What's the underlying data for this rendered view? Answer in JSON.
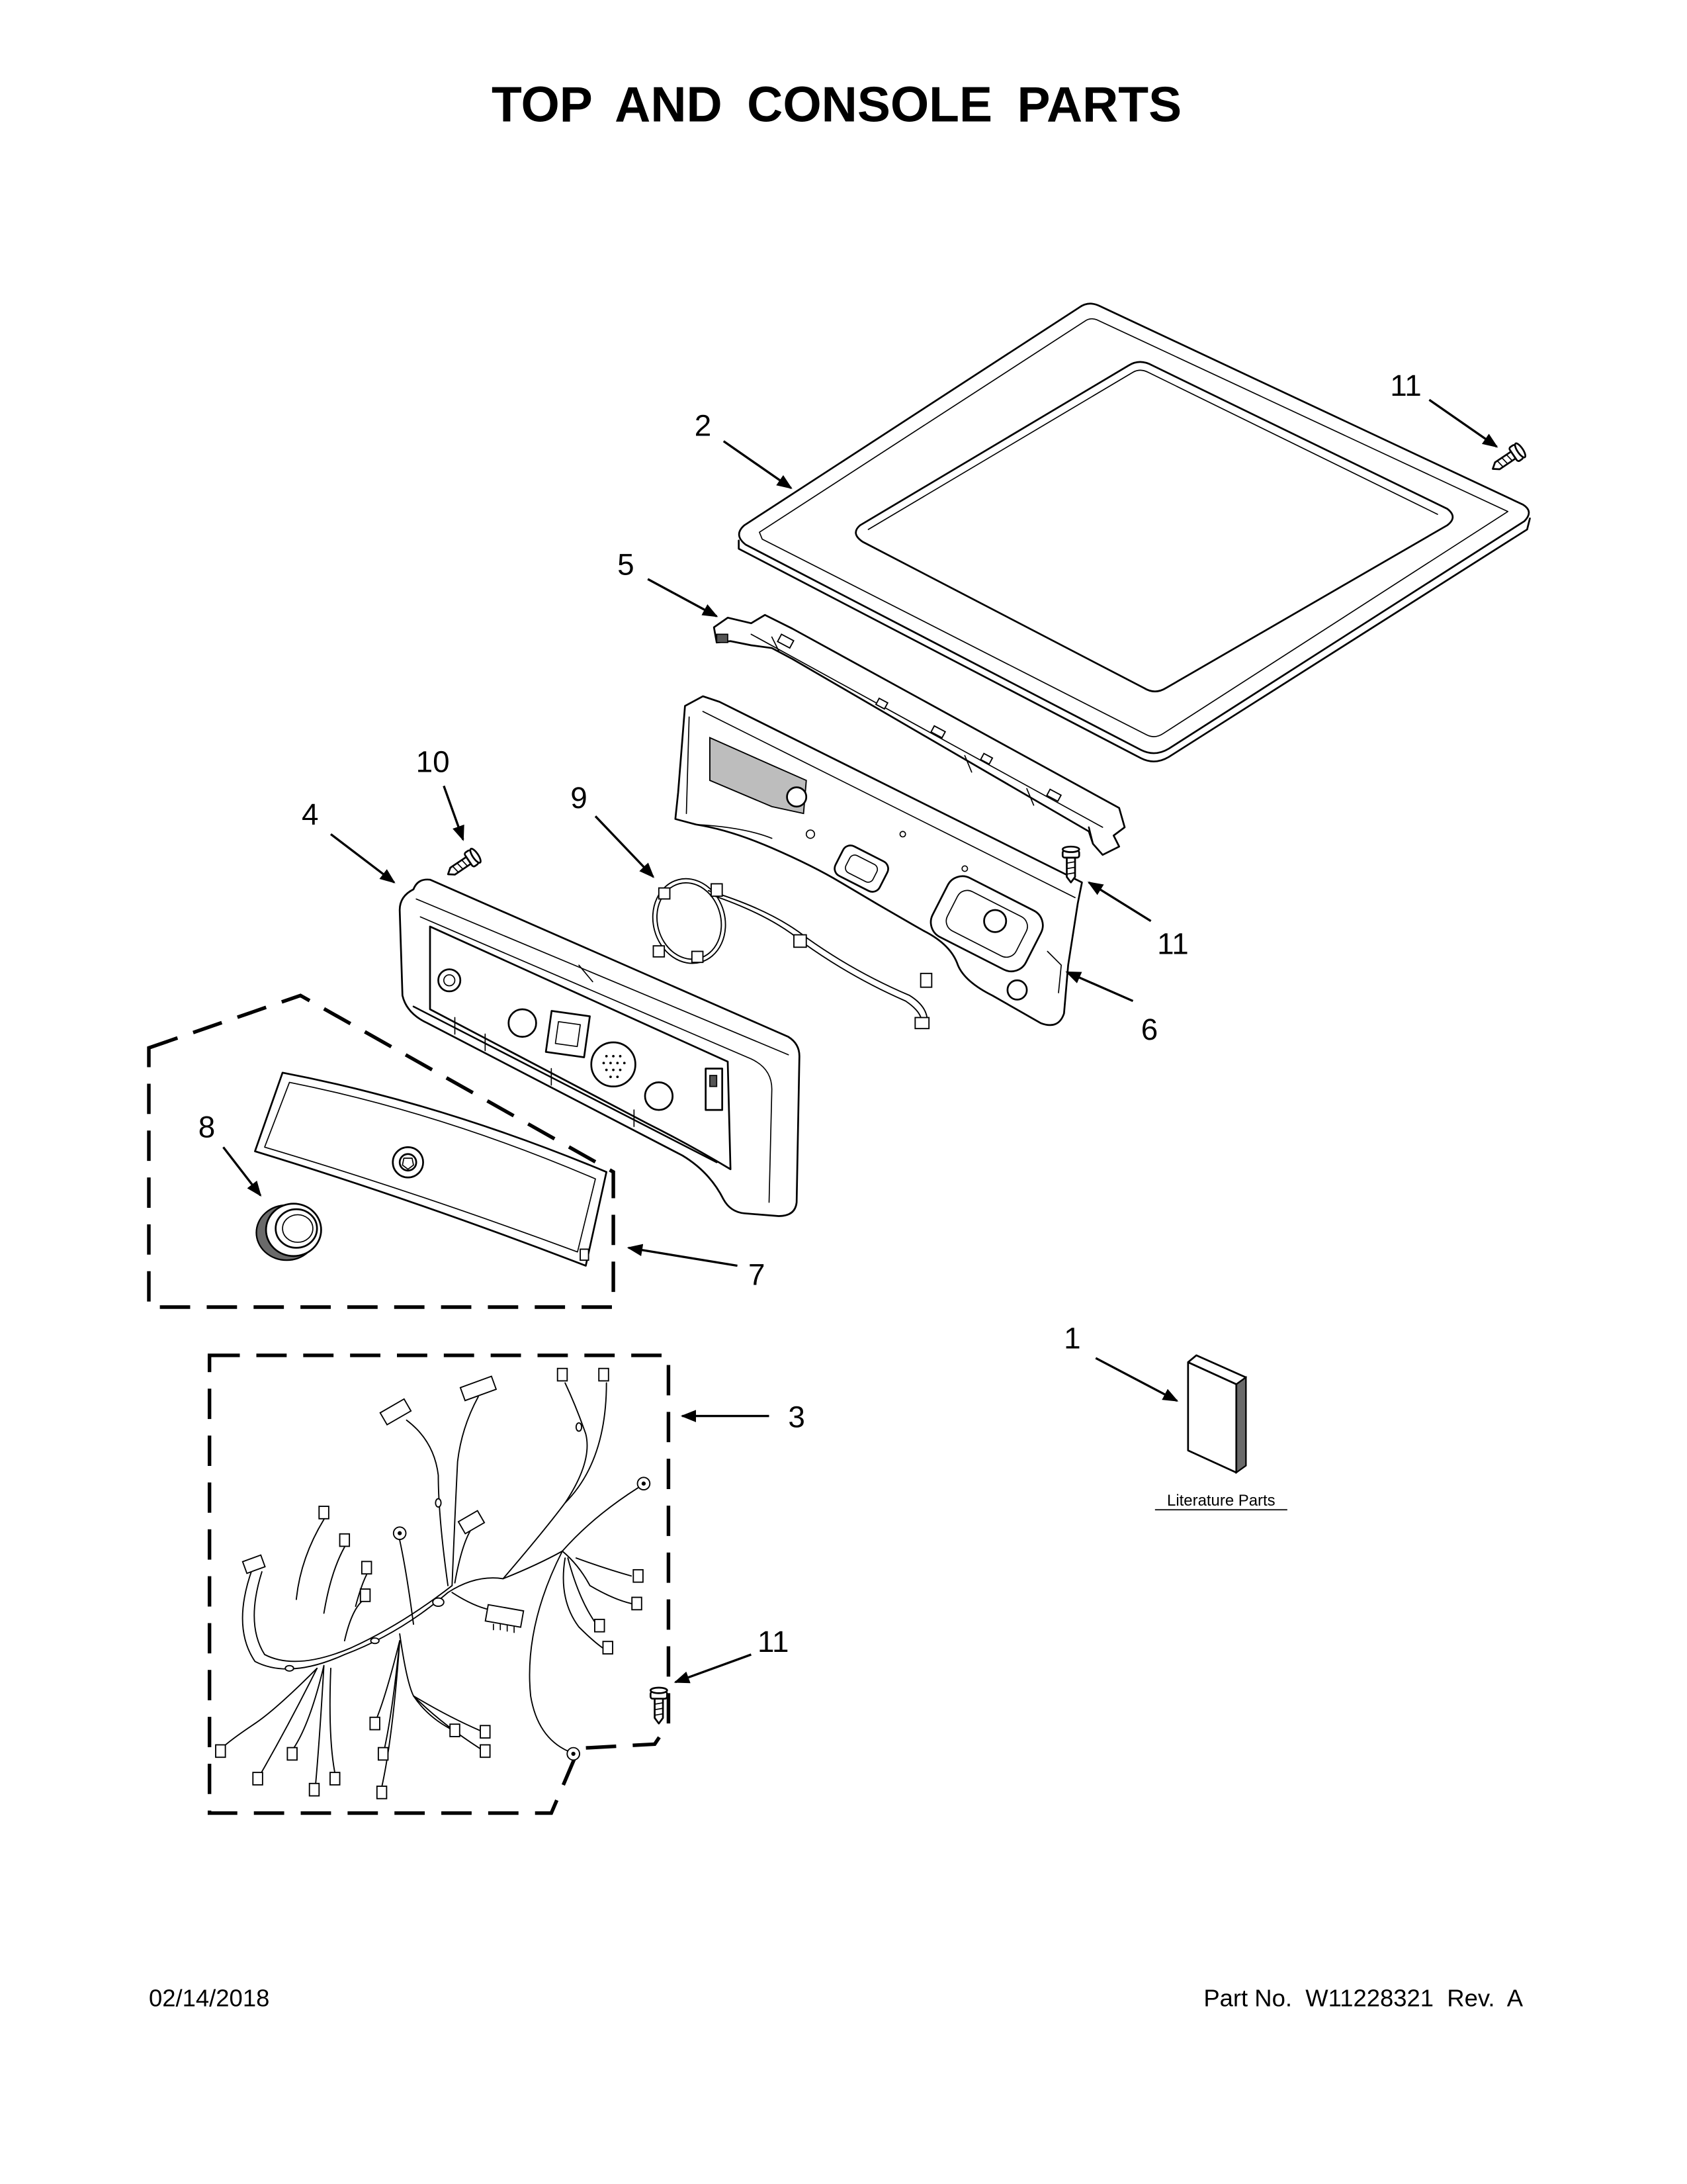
{
  "title": "TOP AND CONSOLE PARTS",
  "callouts": [
    {
      "label": "11"
    },
    {
      "label": "2"
    },
    {
      "label": "5"
    },
    {
      "label": "10"
    },
    {
      "label": "9"
    },
    {
      "label": "4"
    },
    {
      "label": "11"
    },
    {
      "label": "6"
    },
    {
      "label": "8"
    },
    {
      "label": "7"
    },
    {
      "label": "1"
    },
    {
      "label": "3"
    },
    {
      "label": "11"
    }
  ],
  "literature": {
    "label": "Literature Parts"
  },
  "footer": {
    "date": "02/14/2018",
    "part_no": "Part No.  W11228321  Rev.  A"
  }
}
